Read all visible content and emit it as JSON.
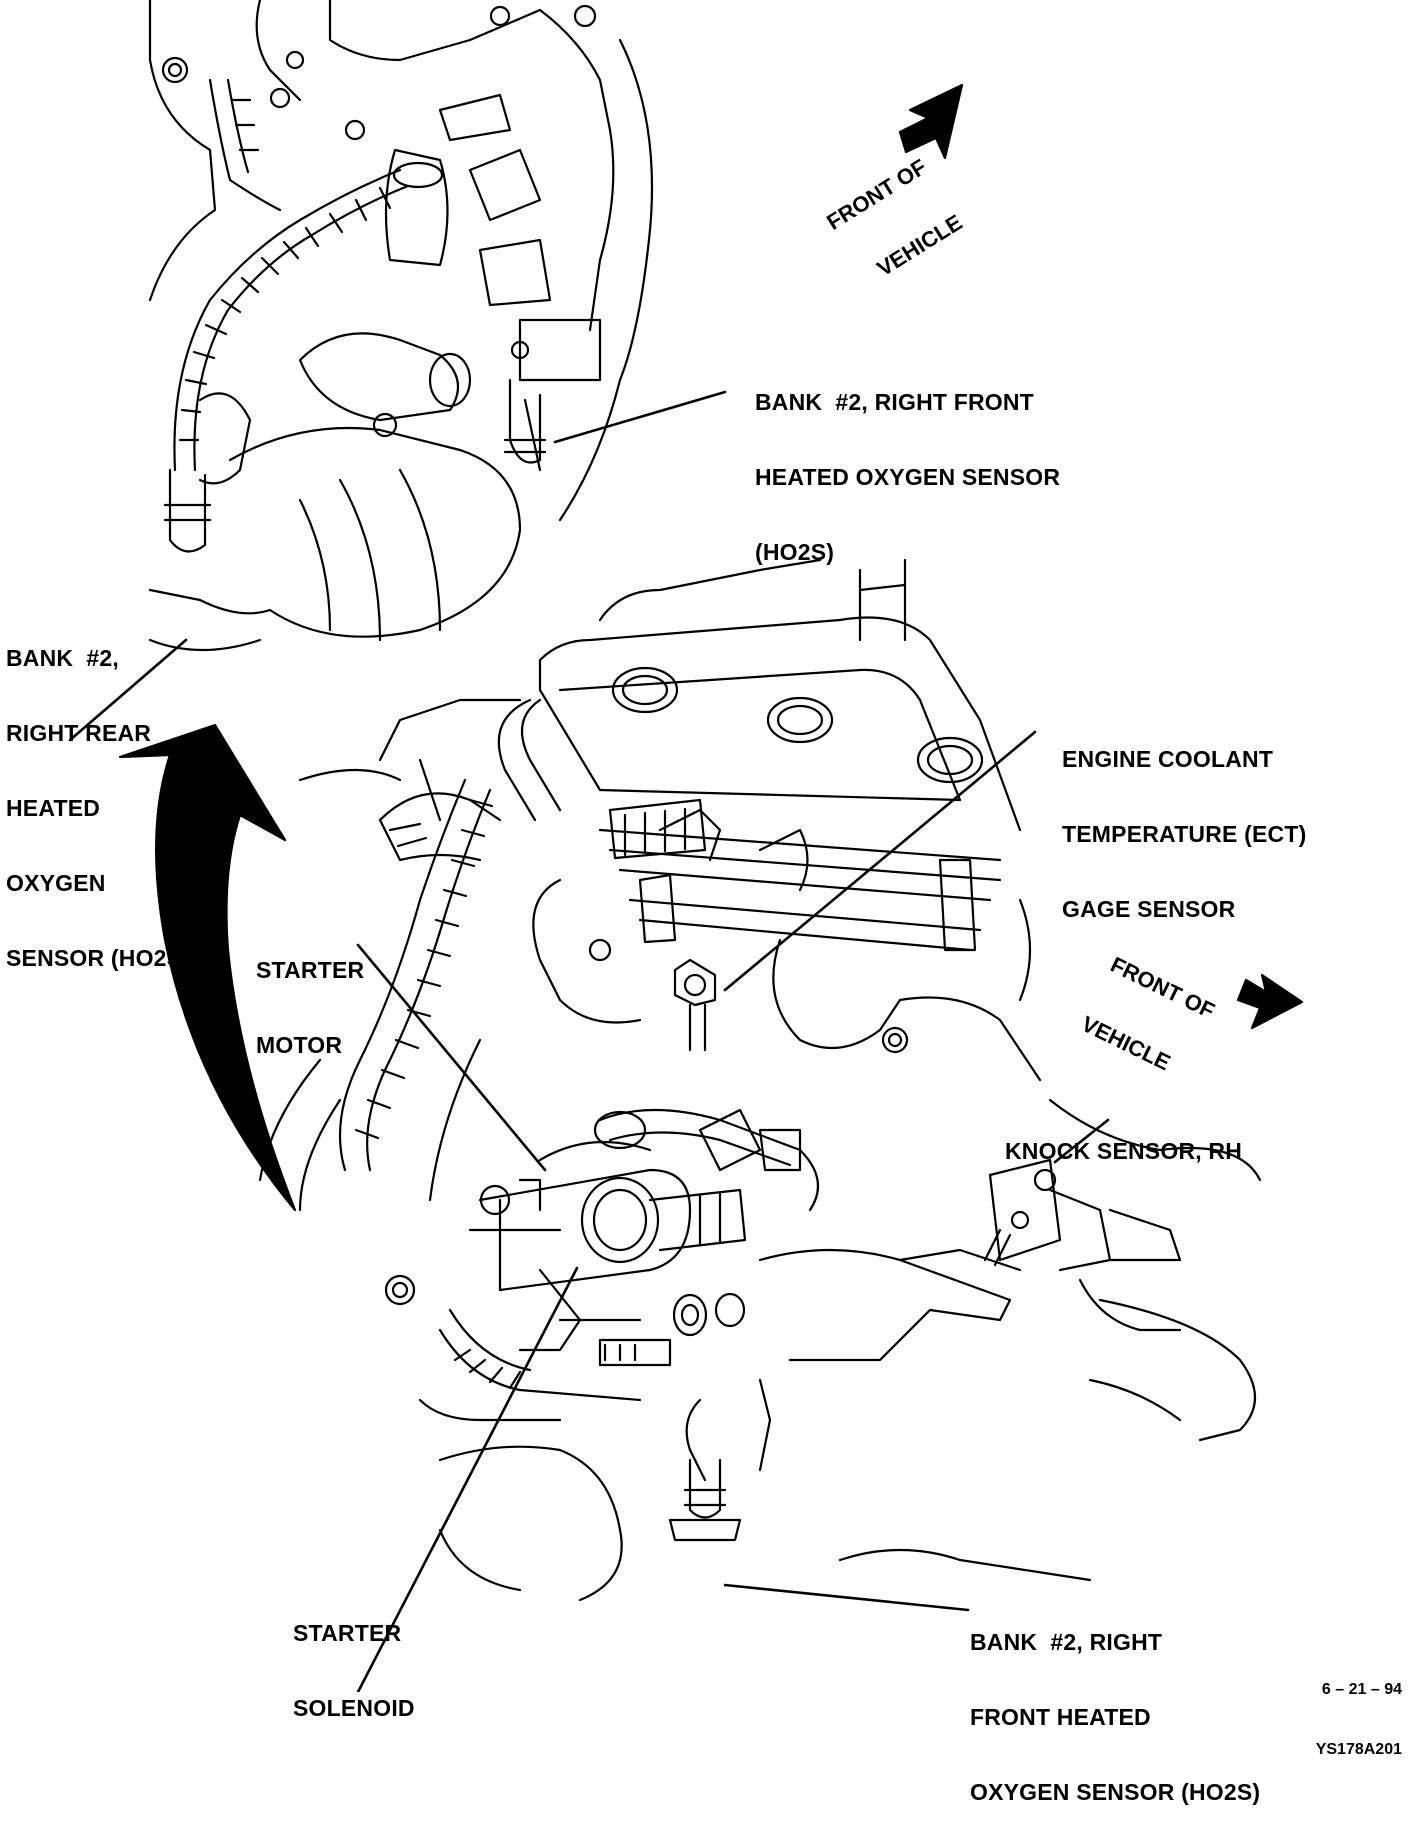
{
  "labels": {
    "front_vehicle_top": [
      "FRONT OF",
      "VEHICLE"
    ],
    "front_vehicle_bottom": [
      "FRONT OF",
      "VEHICLE"
    ],
    "bank2_right_front_top": [
      "BANK  #2, RIGHT FRONT",
      "HEATED OXYGEN SENSOR",
      "(HO2S)"
    ],
    "bank2_right_rear": [
      "BANK  #2,",
      "RIGHT REAR",
      "HEATED",
      "OXYGEN",
      "SENSOR (HO2S)"
    ],
    "ect_sensor": [
      "ENGINE COOLANT",
      "TEMPERATURE (ECT)",
      "GAGE SENSOR"
    ],
    "starter_motor": [
      "STARTER",
      "MOTOR"
    ],
    "knock_sensor": [
      "KNOCK SENSOR, RH"
    ],
    "bank2_right_front_bottom": [
      "BANK  #2, RIGHT",
      "FRONT HEATED",
      "OXYGEN SENSOR (HO2S)"
    ],
    "starter_solenoid": [
      "STARTER",
      "SOLENOID"
    ]
  },
  "stamp": [
    "6 – 21 – 94",
    "YS178A201"
  ],
  "colors": {
    "ink": "#000000",
    "paper": "#ffffff"
  }
}
